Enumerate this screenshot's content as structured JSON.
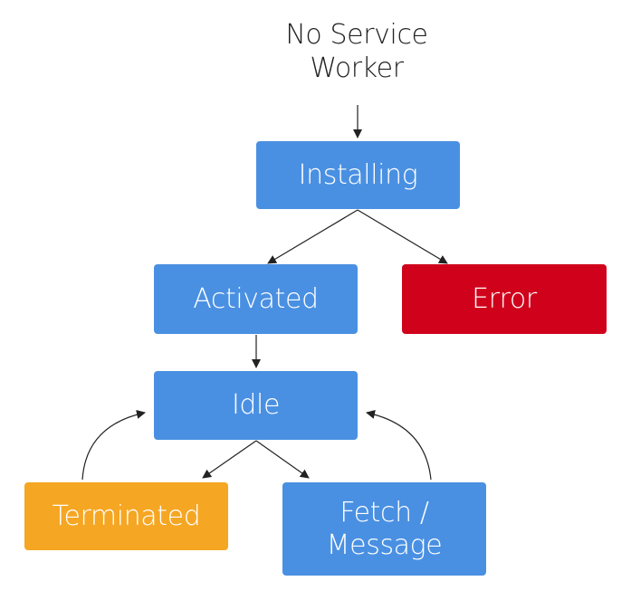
{
  "colors": {
    "blue": "#4a90e2",
    "red": "#d0021b",
    "orange": "#f5a623",
    "arrow": "#222222"
  },
  "diagram": {
    "start": {
      "line1": "No Service",
      "line2": "Worker"
    },
    "nodes": [
      {
        "id": "installing",
        "label": "Installing",
        "color": "blue"
      },
      {
        "id": "activated",
        "label": "Activated",
        "color": "blue"
      },
      {
        "id": "error",
        "label": "Error",
        "color": "red"
      },
      {
        "id": "idle",
        "label": "Idle",
        "color": "blue"
      },
      {
        "id": "terminated",
        "label": "Terminated",
        "color": "orange"
      },
      {
        "id": "fetch",
        "label_line1": "Fetch /",
        "label_line2": "Message",
        "color": "blue"
      }
    ],
    "edges": [
      {
        "from": "start",
        "to": "installing"
      },
      {
        "from": "installing",
        "to": "activated"
      },
      {
        "from": "installing",
        "to": "error"
      },
      {
        "from": "activated",
        "to": "idle"
      },
      {
        "from": "idle",
        "to": "terminated"
      },
      {
        "from": "idle",
        "to": "fetch"
      },
      {
        "from": "terminated",
        "to": "idle"
      },
      {
        "from": "fetch",
        "to": "idle"
      }
    ]
  }
}
